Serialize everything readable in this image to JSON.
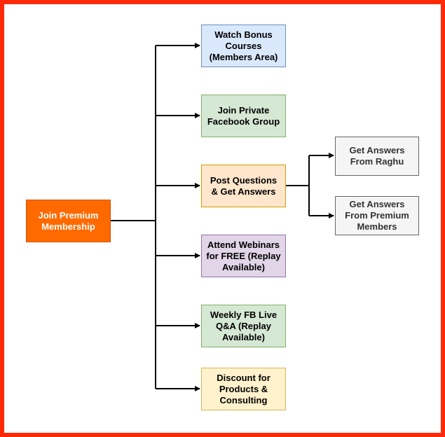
{
  "colors": {
    "frame": "#ff2a0a",
    "root_fill": "#ff6a00",
    "root_text": "#ffffff",
    "blue_fill": "#dae8fc",
    "blue_border": "#6c8ebf",
    "green_fill": "#d5e8d4",
    "green_border": "#82b366",
    "orange_fill": "#ffe6cc",
    "orange_border": "#d79b00",
    "purple_fill": "#e1d5e7",
    "purple_border": "#9673a6",
    "yellow_fill": "#fff2cc",
    "yellow_border": "#d6b656",
    "gray_fill": "#f5f5f5",
    "gray_border": "#666666",
    "gray_text": "#333333",
    "connector": "#000000"
  },
  "root": {
    "label": "Join Premium\nMembership"
  },
  "benefits": [
    {
      "label": "Watch Bonus\nCourses\n(Members Area)"
    },
    {
      "label": "Join Private\nFacebook Group"
    },
    {
      "label": "Post Questions\n& Get Answers"
    },
    {
      "label": "Attend Webinars\nfor FREE (Replay\nAvailable)"
    },
    {
      "label": "Weekly FB Live\nQ&A (Replay\nAvailable)"
    },
    {
      "label": "Discount for\nProducts &\nConsulting"
    }
  ],
  "answers": [
    {
      "label": "Get Answers\nFrom Raghu"
    },
    {
      "label": "Get Answers\nFrom Premium\nMembers"
    }
  ]
}
